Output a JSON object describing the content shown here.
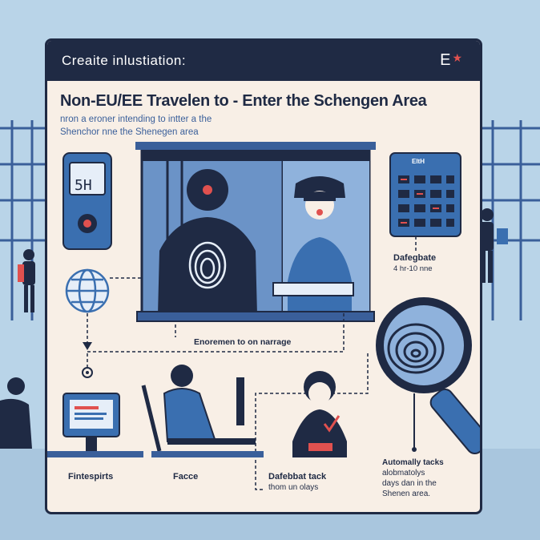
{
  "header": {
    "label": "Creaite inlustiation:",
    "badge": "E",
    "badge_icon": "star-icon"
  },
  "title": "Non-EU/EE Travelen to - Enter the Schengen Area",
  "subtitle": {
    "line1": "nron a eroner intending to intter a the",
    "line2": "Shenchor nne the Shenegen area"
  },
  "kiosk_display": "5H",
  "panel_label": "EltH",
  "labels": {
    "flow": "Enoremen to on narrage",
    "database": "Dafegbate",
    "database_sub": "4 hr-10 nne",
    "auto_line1": "Automally tacks",
    "auto_line2": "alobmatolys",
    "auto_line3": "days dan in the",
    "auto_line4": "Shenen area.",
    "fingerprints": "Fintespirts",
    "face": "Facce",
    "track": "Dafebbat tack",
    "track_sub": "thom un olays"
  },
  "colors": {
    "navy": "#1f2a44",
    "blue": "#3a6fb0",
    "light_blue": "#b9d4e8",
    "card": "#f8efe6",
    "accent": "#e0514f"
  }
}
